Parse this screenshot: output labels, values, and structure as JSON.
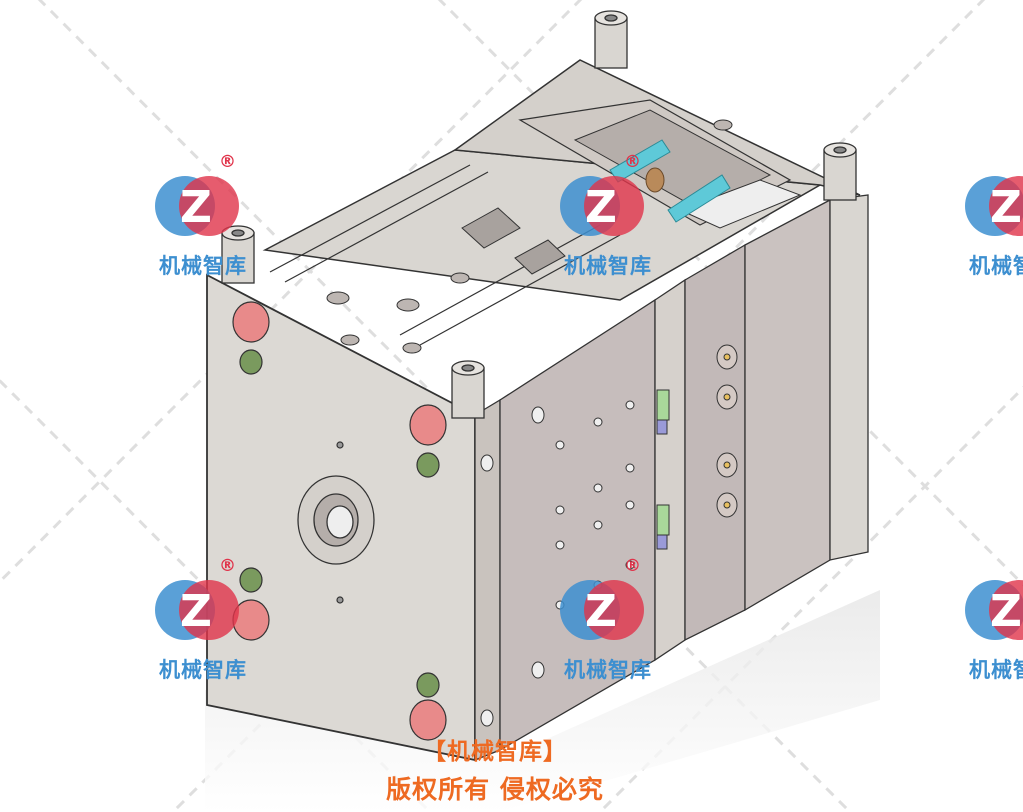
{
  "watermark": {
    "text": "机械智库",
    "registered": "®",
    "icon": "zk-gear-logo-icon",
    "colors": {
      "blue": "#3d8fd0",
      "red": "#e0334a"
    }
  },
  "copyright": {
    "line1": "【机械智库】",
    "line2": "版权所有 侵权必究",
    "color": "#ee6a22"
  },
  "scene": {
    "subject": "injection-mold-assembly",
    "colors": {
      "plate": "#dcd9d4",
      "plate_dark": "#bdb6b2",
      "hole_red": "#e88a8a",
      "hole_green": "#7a9a5e",
      "rod_cyan": "#5ec9d8"
    }
  }
}
